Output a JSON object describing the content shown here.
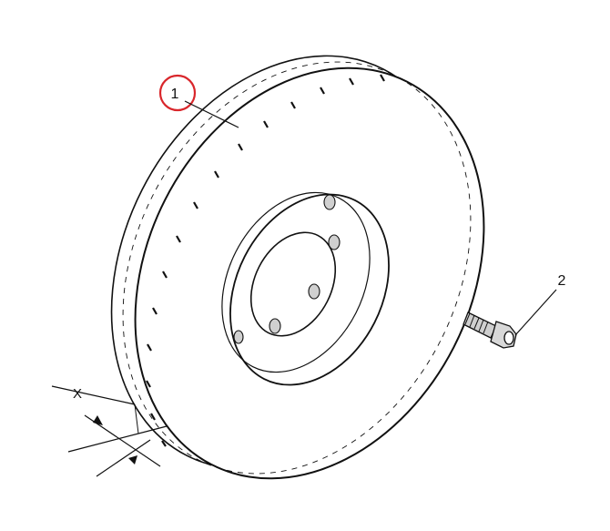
{
  "callouts": {
    "part1": {
      "label": "1"
    },
    "part2": {
      "label": "2"
    }
  },
  "dimension": {
    "label": "X"
  },
  "colors": {
    "line": "#111111",
    "highlight_circle": "#d9262b",
    "shading": "#bdbdbd",
    "background": "#ffffff"
  }
}
